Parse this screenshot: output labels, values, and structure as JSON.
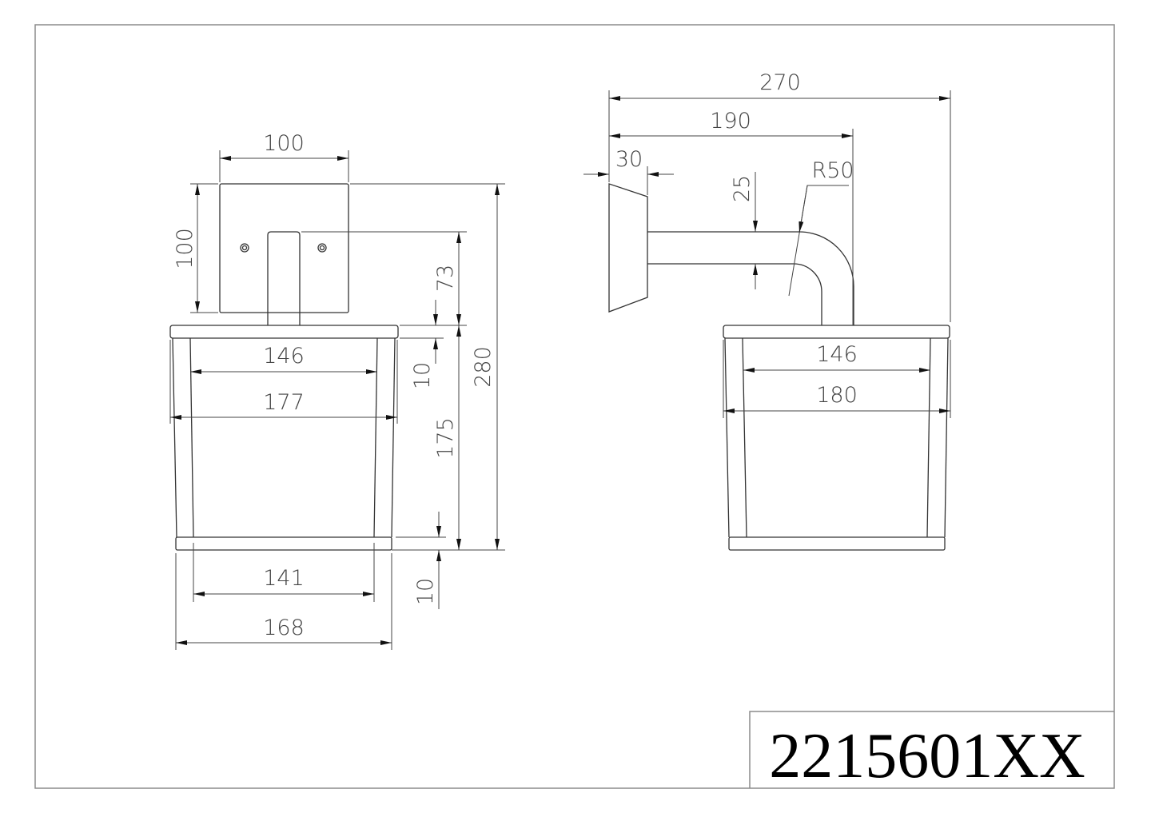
{
  "drawing": {
    "part_number": "2215601XX",
    "colors": {
      "line": "#333333",
      "frame": "#8c8c8c",
      "dimension": "#444444",
      "background": "#ffffff"
    }
  },
  "front_view": {
    "dimensions": {
      "plate_width": "100",
      "plate_height": "100",
      "arm_drop": "73",
      "top_cap": "10",
      "overall_height": "280",
      "body_height": "175",
      "inner_top_width": "146",
      "outer_top_width": "177",
      "bottom_cap": "10",
      "inner_bottom_width": "141",
      "outer_bottom_width": "168"
    }
  },
  "side_view": {
    "dimensions": {
      "overall_depth": "270",
      "arm_reach": "190",
      "plate_depth": "30",
      "arm_thickness": "25",
      "bend_radius": "R50",
      "inner_top_width": "146",
      "outer_top_width": "180"
    }
  }
}
